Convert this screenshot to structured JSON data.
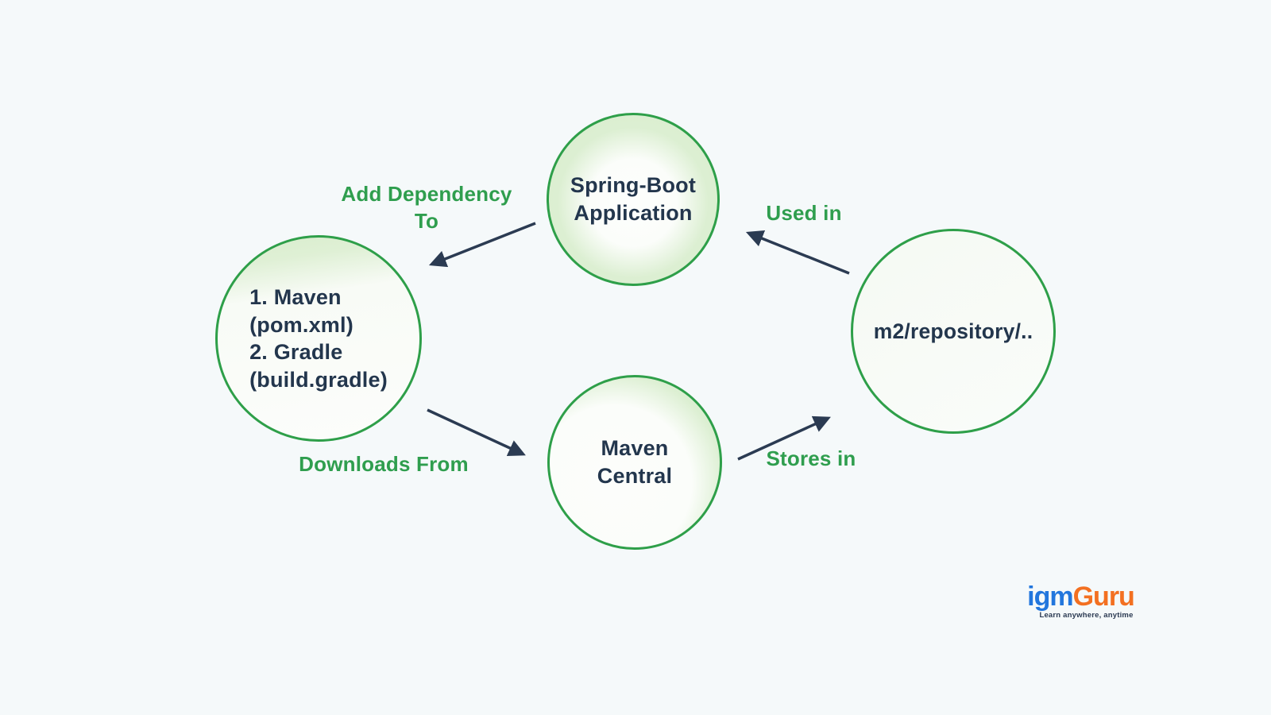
{
  "diagram": {
    "title_hint": "Spring Boot dependency resolution flow",
    "nodes": {
      "spring_boot": {
        "line1": "Spring-Boot",
        "line2": "Application"
      },
      "build_tools": {
        "line1": "1. Maven",
        "line2": "(pom.xml)",
        "line3": "2. Gradle",
        "line4": "(build.gradle)"
      },
      "maven_central": {
        "line1": "Maven",
        "line2": "Central"
      },
      "m2_repository": {
        "line1": "m2/repository/.."
      }
    },
    "edge_labels": {
      "add_dependency_line1": "Add Dependency",
      "add_dependency_line2": "To",
      "used_in": "Used in",
      "downloads_from": "Downloads From",
      "stores_in": "Stores in"
    },
    "edges": [
      {
        "from": "spring_boot",
        "to": "build_tools",
        "label": "Add Dependency To"
      },
      {
        "from": "m2_repository",
        "to": "spring_boot",
        "label": "Used in"
      },
      {
        "from": "build_tools",
        "to": "maven_central",
        "label": "Downloads From"
      },
      {
        "from": "maven_central",
        "to": "m2_repository",
        "label": "Stores in"
      }
    ]
  },
  "colors": {
    "background": "#f5f9fa",
    "circle_stroke": "#2e9f49",
    "circle_fill_light_green": "#dcefd2",
    "node_text": "#23364d",
    "edge_label_text": "#2f9e4e",
    "arrow": "#2b3b52",
    "logo_blue": "#2276dd",
    "logo_orange": "#f37021"
  },
  "logo": {
    "part_blue": "igm",
    "part_orange": "Guru",
    "tagline": "Learn anywhere, anytime"
  }
}
